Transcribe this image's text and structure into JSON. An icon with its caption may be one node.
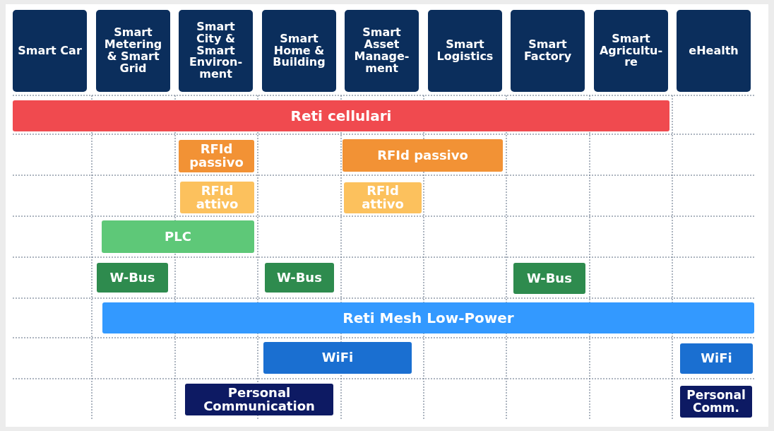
{
  "diagram": {
    "nodes": [
      {
        "text": [
          "Smart Car"
        ]
      },
      {
        "text": [
          "Smart Metering & Smart Grid"
        ]
      },
      {
        "text": [
          "Smart City & Smart Environ-ment"
        ]
      },
      {
        "text": [
          "Smart Home & Building"
        ]
      },
      {
        "text": [
          "Smart Asset Manage-ment"
        ]
      },
      {
        "text": [
          "Smart Logistics"
        ]
      },
      {
        "text": [
          "Smart Factory"
        ]
      },
      {
        "text": [
          "Smart Agricultu-re"
        ]
      },
      {
        "text": [
          "eHealth"
        ]
      },
      {
        "text": [
          "Reti cellulari"
        ]
      },
      {
        "text": [
          "RFId passivo"
        ]
      },
      {
        "text": [
          "RFId passivo"
        ]
      },
      {
        "text": [
          "RFId attivo"
        ]
      },
      {
        "text": [
          "RFId attivo"
        ]
      },
      {
        "text": [
          "PLC"
        ]
      },
      {
        "text": [
          "W-Bus"
        ]
      },
      {
        "text": [
          "W-Bus"
        ]
      },
      {
        "text": [
          "W-Bus"
        ]
      },
      {
        "text": [
          "Reti Mesh Low-Power"
        ]
      },
      {
        "text": [
          "WiFi"
        ]
      },
      {
        "text": [
          "WiFi"
        ]
      },
      {
        "text": [
          "Personal Communication"
        ]
      },
      {
        "text": [
          "Personal Comm."
        ]
      }
    ]
  }
}
